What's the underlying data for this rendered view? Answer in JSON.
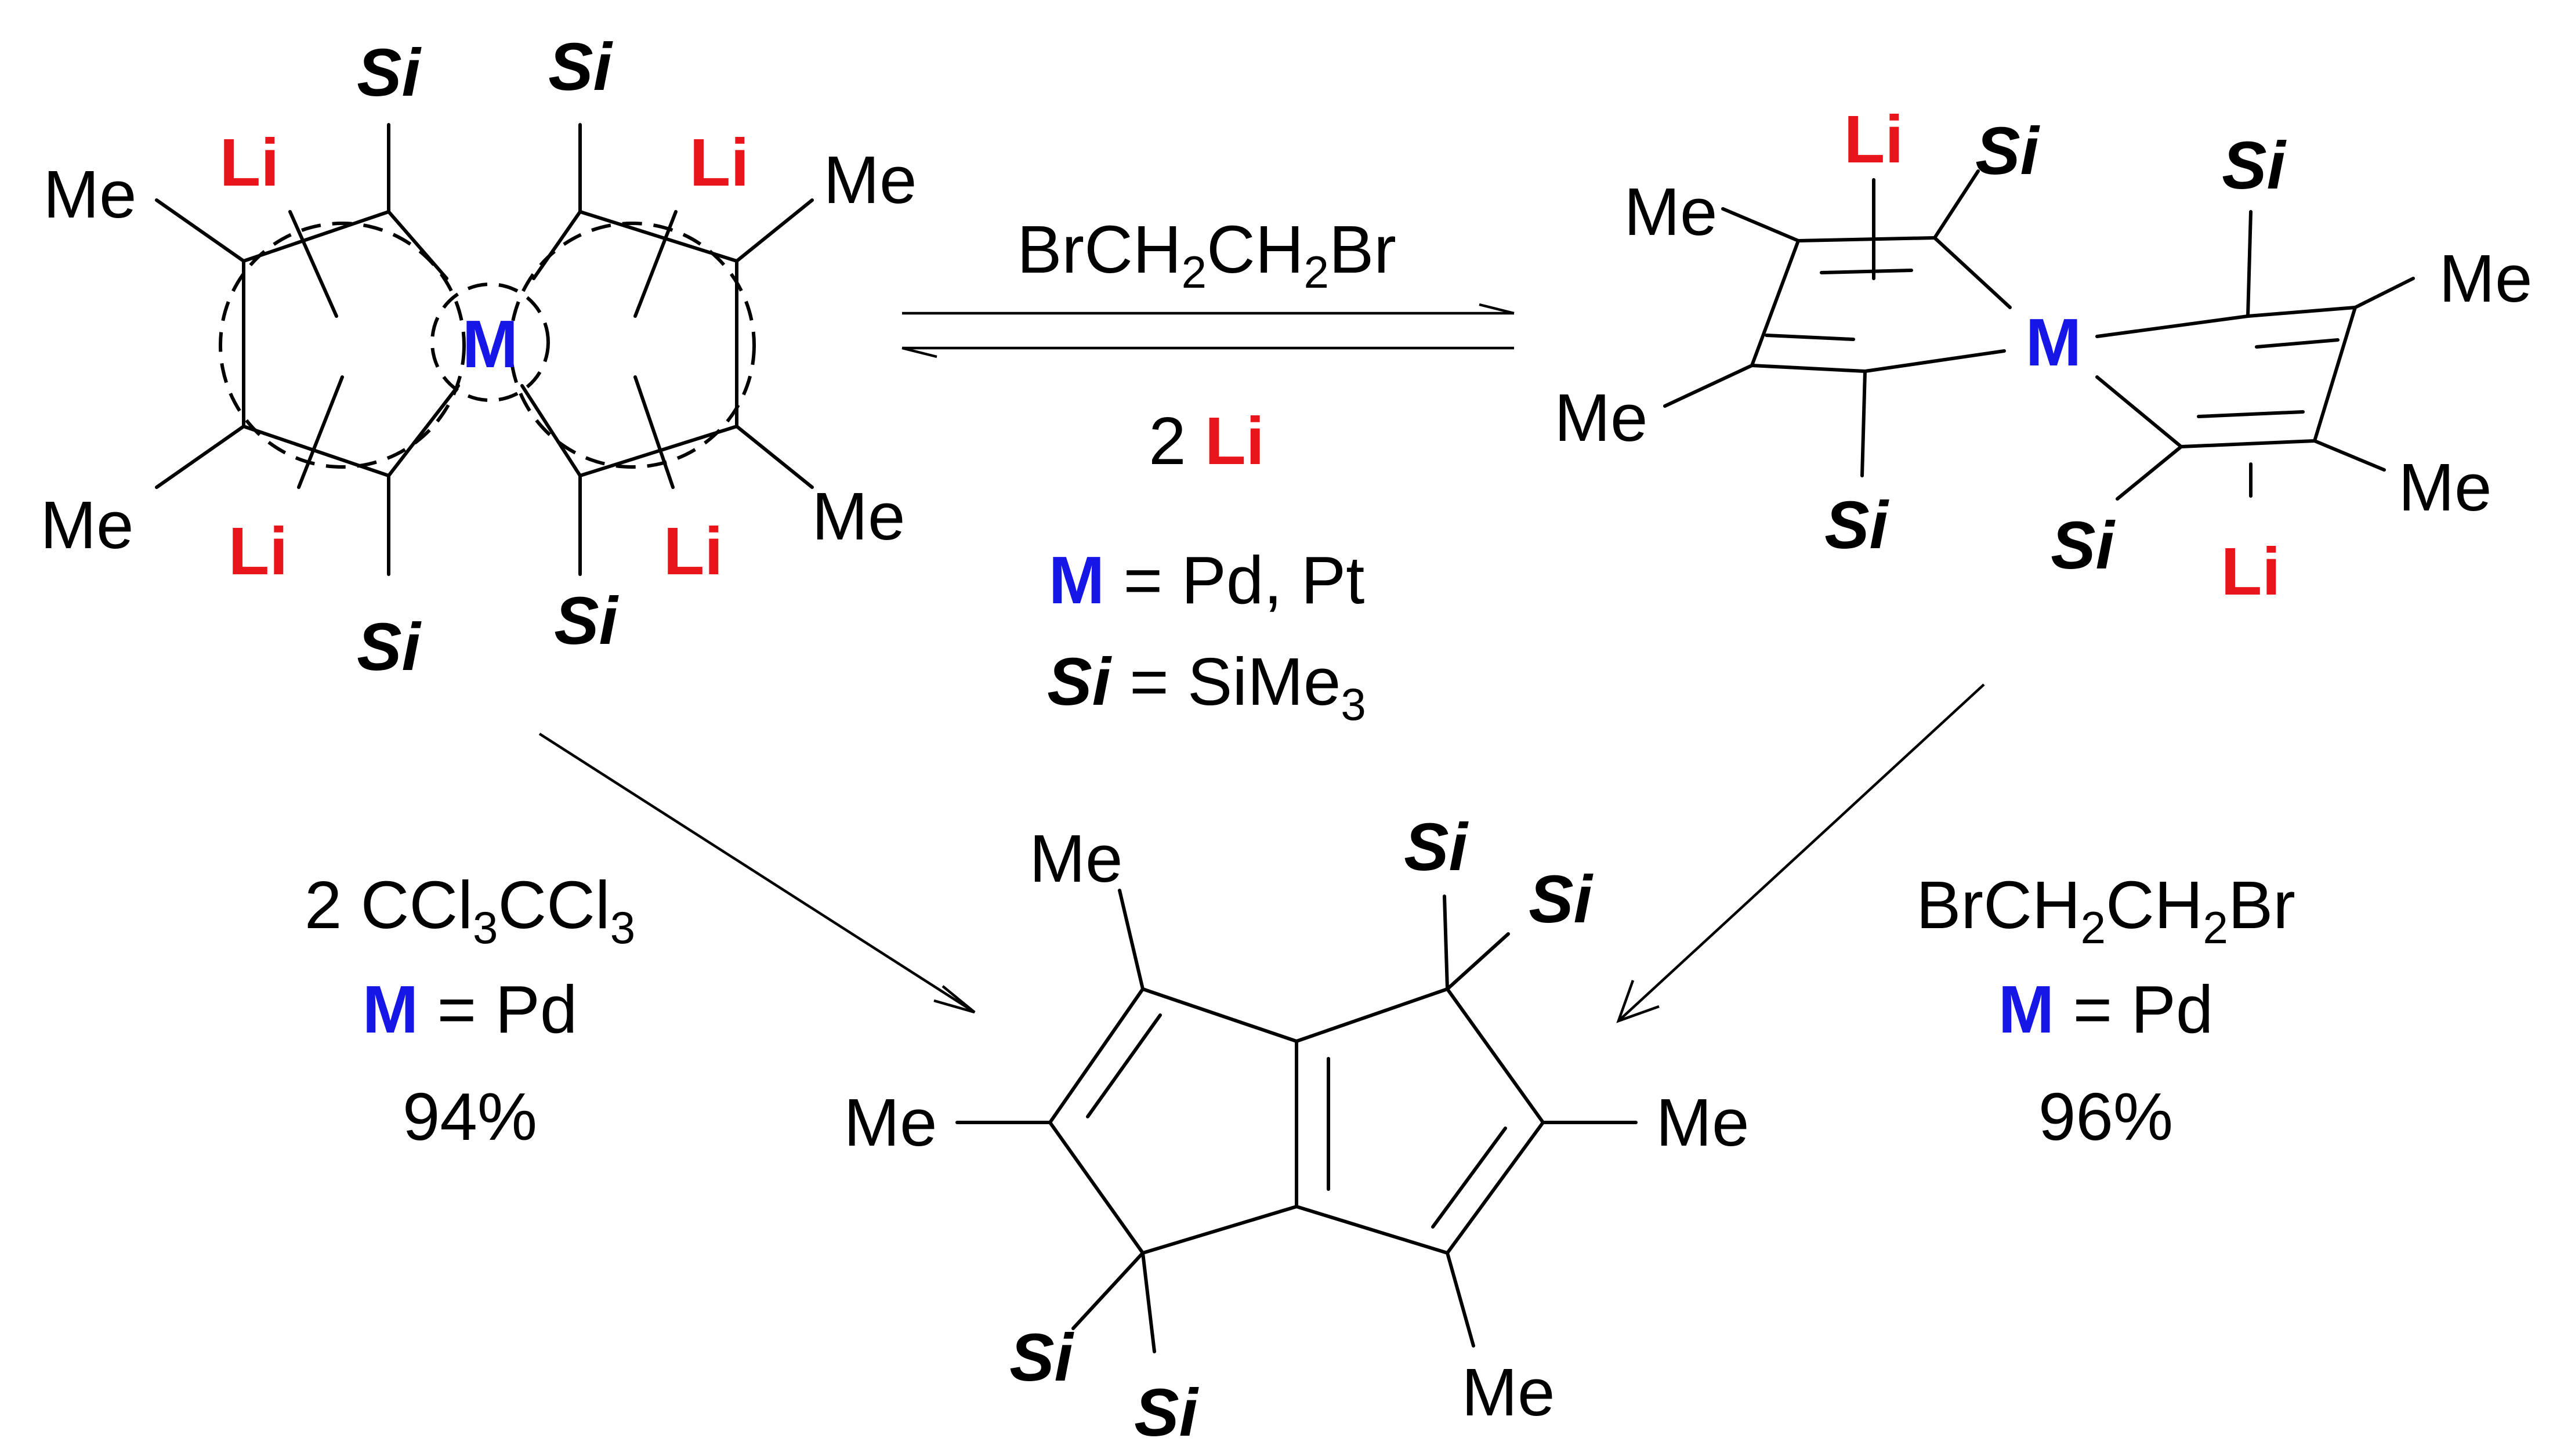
{
  "colors": {
    "metal": "#1616e6",
    "lithium": "#e8151b",
    "text": "#000000",
    "background": "#ffffff"
  },
  "labels": {
    "me": "Me",
    "si": "Si",
    "li": "Li",
    "m": "M"
  },
  "equilibrium": {
    "forward_reagent": {
      "a": "BrCH",
      "s1": "2",
      "b": "CH",
      "s2": "2",
      "c": "Br"
    },
    "reverse_reagent": {
      "coef": "2 ",
      "li": "Li"
    },
    "definition_m": {
      "m": "M",
      "rest": " = Pd, Pt"
    },
    "definition_si": {
      "si": "Si",
      "rest": " = SiMe",
      "sub": "3"
    }
  },
  "left_path": {
    "reagent": {
      "coef": "2 CCl",
      "s1": "3",
      "mid": "CCl",
      "s2": "3"
    },
    "condition": {
      "m": "M",
      "rest": " = Pd"
    },
    "yield": "94%"
  },
  "right_path": {
    "reagent": {
      "a": "BrCH",
      "s1": "2",
      "b": "CH",
      "s2": "2",
      "c": "Br"
    },
    "condition": {
      "m": "M",
      "rest": " = Pd"
    },
    "yield": "96%"
  }
}
